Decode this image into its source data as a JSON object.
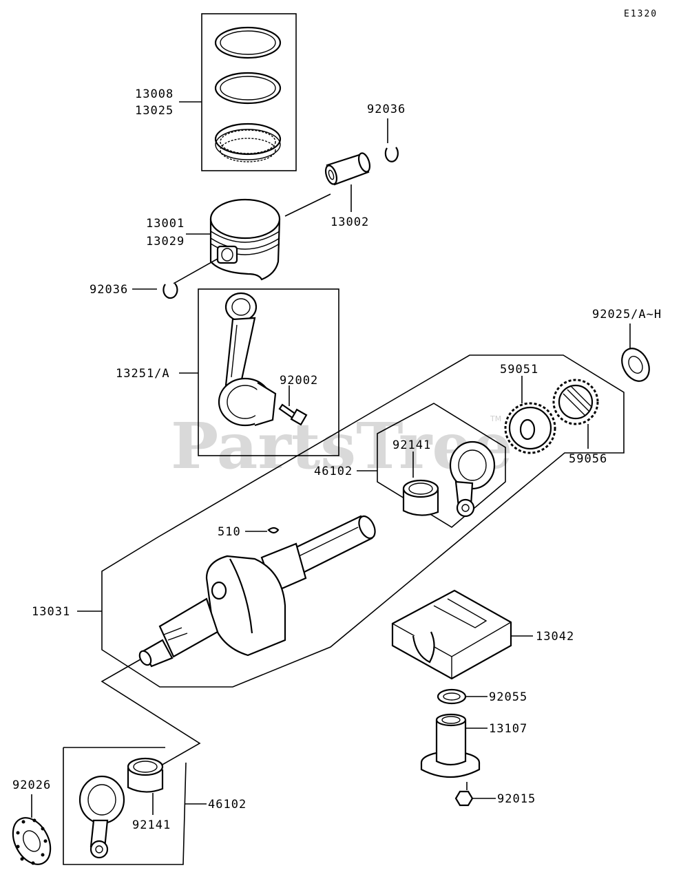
{
  "diagram": {
    "code": "E1320",
    "watermark": "PartsTree",
    "watermark_mark": "TM"
  },
  "labels": {
    "ring_set_a": "13008",
    "ring_set_b": "13025",
    "snap_ring_top": "92036",
    "piston_a": "13001",
    "piston_b": "13029",
    "piston_pin": "13002",
    "snap_ring_left": "92036",
    "connecting_rod": "13251/A",
    "rod_bolt": "92002",
    "washer_top": "92025/A~H",
    "gear_a": "59051",
    "gear_b": "59056",
    "bushing_upper": "92141",
    "rod_assy_upper": "46102",
    "key": "510",
    "crankshaft": "13031",
    "balancer_weight": "13042",
    "washer_mid": "92055",
    "shaft_holder": "13107",
    "nut": "92015",
    "plate": "92026",
    "bushing_lower": "92141",
    "rod_assy_lower": "46102"
  }
}
